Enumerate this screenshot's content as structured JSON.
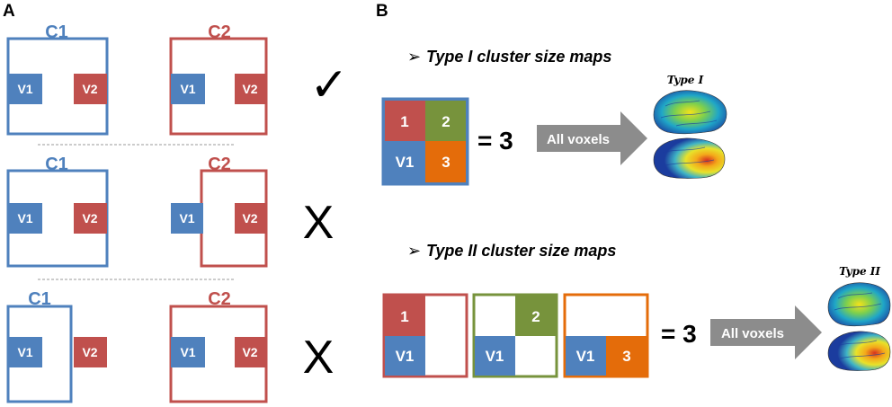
{
  "panels": {
    "a": "A",
    "b": "B"
  },
  "colors": {
    "blue": "#4f81bd",
    "red": "#c0504d",
    "green": "#77933c",
    "orange": "#e46c0a",
    "gray": "#8c8c8c"
  },
  "panel_a": {
    "c1": "C1",
    "c2": "C2",
    "v1": "V1",
    "v2": "V2",
    "check_mark": "✓",
    "cross_mark": "X"
  },
  "panel_b": {
    "type1_heading": "Type I cluster size maps",
    "type2_heading": "Type II cluster size maps",
    "bullet": "➢",
    "cells": {
      "one": "1",
      "two": "2",
      "three": "3",
      "v1": "V1"
    },
    "equals": "= 3",
    "all_voxels": "All voxels",
    "type1_label": "Type I",
    "type2_label": "Type II"
  }
}
